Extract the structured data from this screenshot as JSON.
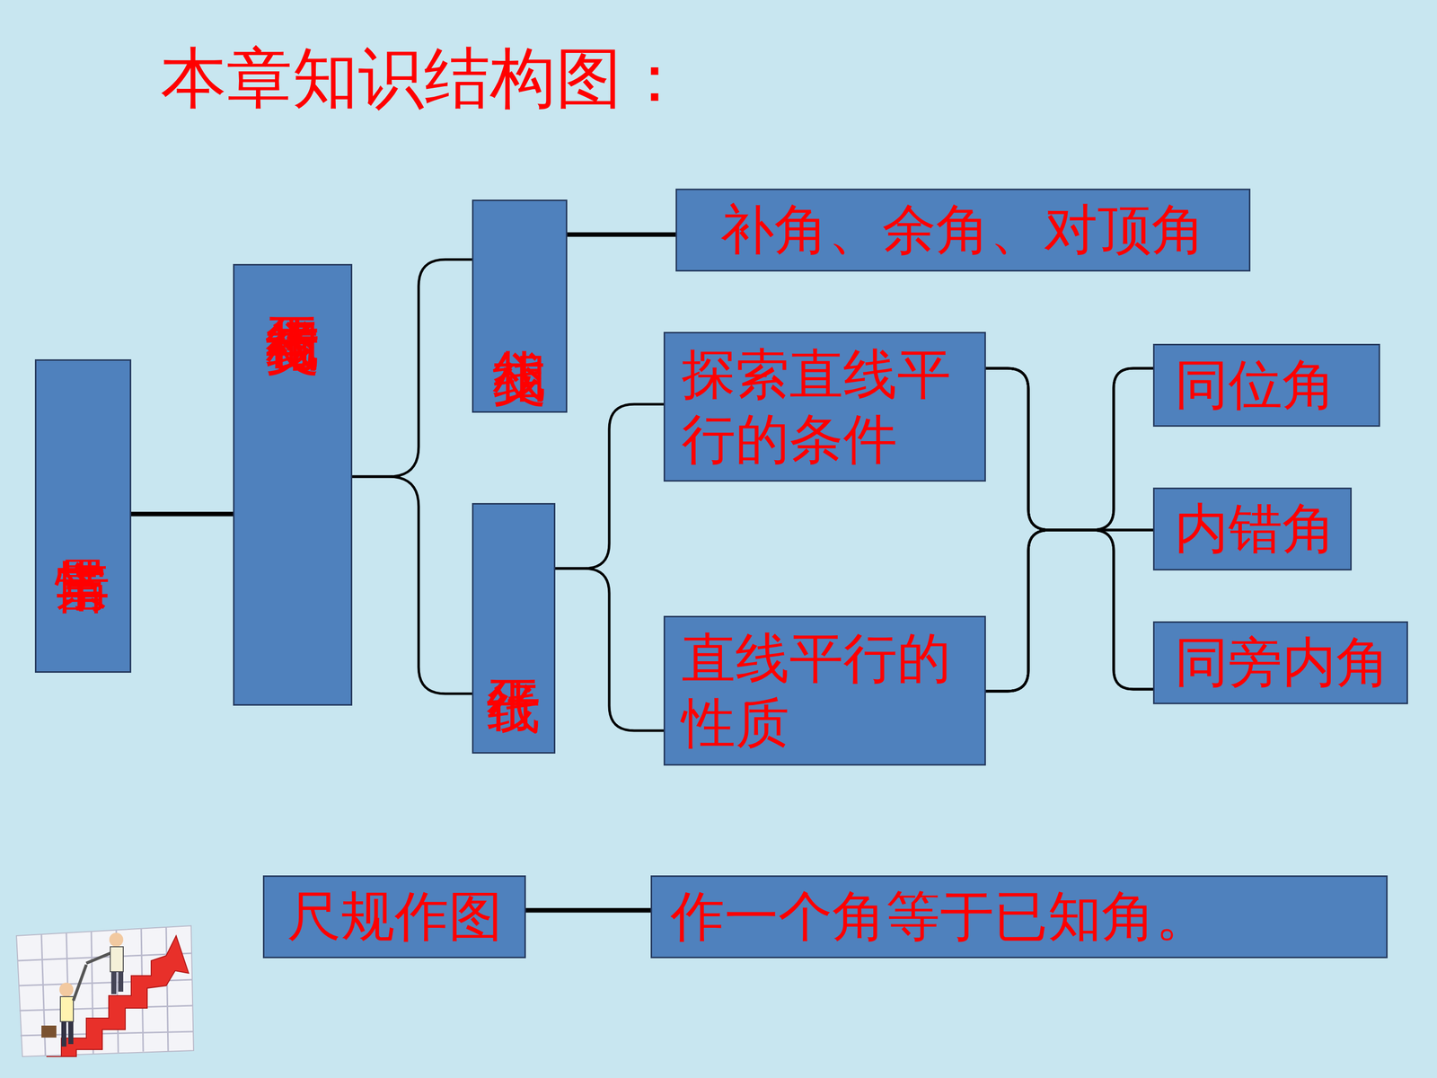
{
  "diagram": {
    "title": "本章知识结构图：",
    "nodes": [
      {
        "text": [
          "丰富情景"
        ]
      },
      {
        "text": [
          "相交线与平行线"
        ]
      },
      {
        "text": [
          "相交线"
        ]
      },
      {
        "text": [
          "补角、余角、对顶角"
        ]
      },
      {
        "text": [
          "平行线"
        ]
      },
      {
        "text": [
          "探索直线平行的条件"
        ]
      },
      {
        "text": [
          "直线平行的性质"
        ]
      },
      {
        "text": [
          "同位角"
        ]
      },
      {
        "text": [
          "内错角"
        ]
      },
      {
        "text": [
          "同旁内角"
        ]
      },
      {
        "text": [
          "尺规作图"
        ]
      },
      {
        "text": [
          "作一个角等于已知角。"
        ]
      }
    ],
    "edges": [
      {
        "from": 0,
        "to": 1,
        "arrow": "none"
      },
      {
        "from": 1,
        "to": 2,
        "arrow": "none"
      },
      {
        "from": 1,
        "to": 4,
        "arrow": "none"
      },
      {
        "from": 2,
        "to": 3,
        "arrow": "none"
      },
      {
        "from": 4,
        "to": 5,
        "arrow": "none"
      },
      {
        "from": 4,
        "to": 6,
        "arrow": "none"
      },
      {
        "from": 5,
        "to": 7,
        "arrow": "none"
      },
      {
        "from": 5,
        "to": 8,
        "arrow": "none"
      },
      {
        "from": 5,
        "to": 9,
        "arrow": "none"
      },
      {
        "from": 6,
        "to": 7,
        "arrow": "none"
      },
      {
        "from": 6,
        "to": 8,
        "arrow": "none"
      },
      {
        "from": 6,
        "to": 9,
        "arrow": "none"
      },
      {
        "from": 10,
        "to": 11,
        "arrow": "none"
      }
    ]
  }
}
